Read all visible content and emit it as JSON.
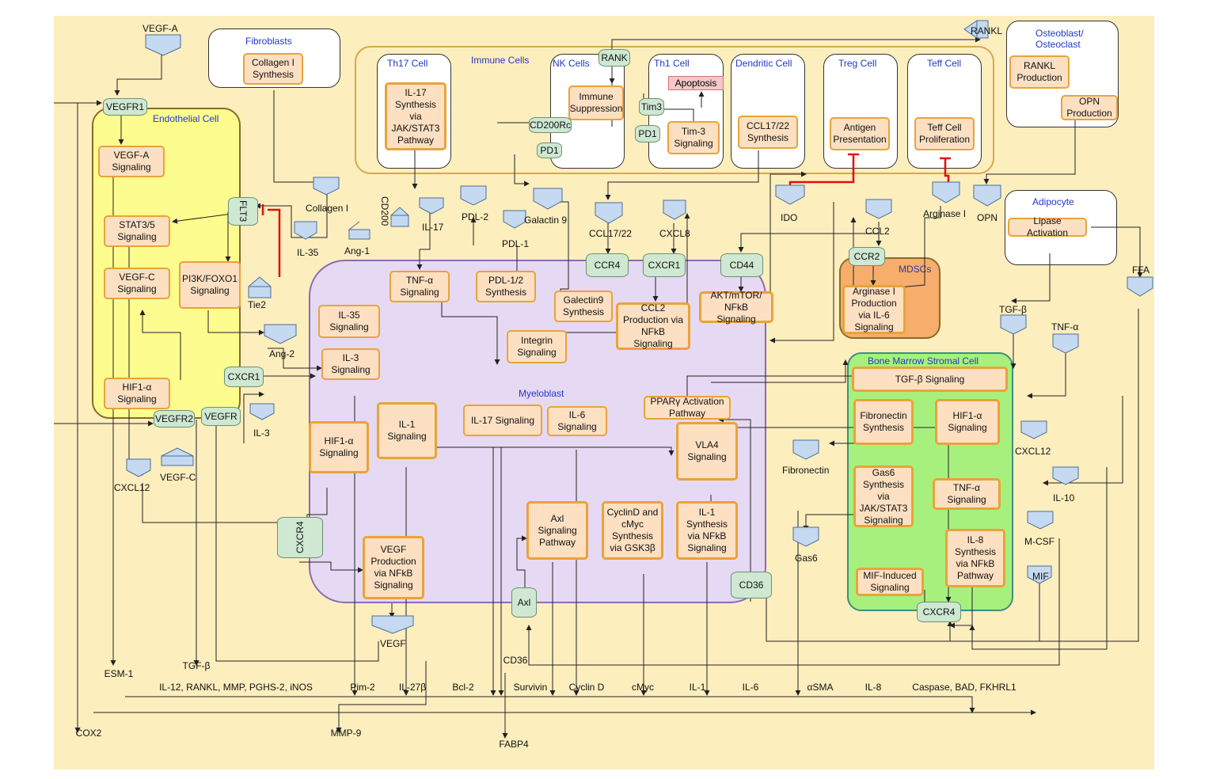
{
  "regions": {
    "fibroblasts": "Fibroblasts",
    "immune_cells": "Immune Cells",
    "th17": "Th17 Cell",
    "nk": "NK Cells",
    "th1": "Th1 Cell",
    "dendritic": "Dendritic Cell",
    "treg": "Treg Cell",
    "teff": "Teff Cell",
    "osteo": "Osteoblast/ Osteoclast",
    "endothelial": "Endothelial Cell",
    "myeloblast": "Myeloblast",
    "mdscs": "MDSCs",
    "adipocyte": "Adipocyte",
    "bmsc": "Bone Marrow Stromal Cell"
  },
  "processes": {
    "collagen_synth": "Collagen I Synthesis",
    "il17_synth": "IL-17 Synthesis via JAK/STAT3 Pathway",
    "immune_supp": "Immune Suppression",
    "tim3_sig": "Tim-3 Signaling",
    "ccl1722_synth": "CCL17/22 Synthesis",
    "antigen_pres": "Antigen Presentation",
    "teff_prolif": "Teff Cell Proliferation",
    "rankl_prod": "RANKL Production",
    "opn_prod": "OPN Production",
    "vegfa_sig": "VEGF-A Signaling",
    "stat35_sig": "STAT3/5 Signaling",
    "vegfc_sig": "VEGF-C Signaling",
    "pi3k_sig": "PI3K/FOXO1 Signaling",
    "hif1a_endo": "HIF1-α Signaling",
    "il35_sig": "IL-35 Signaling",
    "tnfa_sig": "TNF-α Signaling",
    "pdl12_synth": "PDL-1/2 Synthesis",
    "galectin9_synth": "Galectin9 Synthesis",
    "ccl2_prod": "CCL2 Production via NFkB Signaling",
    "akt_sig": "AKT/mTOR/ NFkB Signaling",
    "integrin_sig": "Integrin Signaling",
    "il3_sig": "IL-3 Signaling",
    "il1_sig": "IL-1 Signaling",
    "il17_sig": "IL-17 Signaling",
    "il6_sig": "IL-6 Signaling",
    "ppar_path": "PPARγ Activation Pathway",
    "hif1a_myelo": "HIF1-α Signaling",
    "vla4_sig": "VLA4 Signaling",
    "axl_path": "Axl Signaling Pathway",
    "cyclind_synth": "CyclinD and cMyc Synthesis via GSK3β",
    "il1_synth": "IL-1 Synthesis via NFkB Signaling",
    "vegf_prod": "VEGF Production via NFkB Signaling",
    "arginase_prod": "Arginase I Production via IL-6 Signaling",
    "lipase": "Lipase Activation",
    "tgfb_sig": "TGF-β Signaling",
    "fibronectin_synth": "Fibronectin Synthesis",
    "hif1a_bm": "HIF1-α Signaling",
    "gas6_synth": "Gas6 Synthesis via JAK/STAT3 Signaling",
    "tnfa_bm": "TNF-α Signaling",
    "il8_synth": "IL-8 Synthesis via NFkB Pathway",
    "mif_sig": "MIF-Induced Signaling"
  },
  "receptors": {
    "vegfr1": "VEGFR1",
    "flt3": "FLT3",
    "vegfr2": "VEGFR2",
    "vegfr": "VEGFR",
    "cxcr1": "CXCR1",
    "cxcr4_myelo": "CXCR4",
    "cd200rc": "CD200Rc",
    "pd1_nk": "PD1",
    "tim3": "Tim3",
    "pd1_th1": "PD1",
    "rank": "RANK",
    "ccr4": "CCR4",
    "cxcr1b": "CXCR1",
    "cd44": "CD44",
    "ccr2": "CCR2",
    "axl": "Axl",
    "cd36": "CD36",
    "cxcr4_bm": "CXCR4"
  },
  "ligands": {
    "vegfa": "VEGF-A",
    "collagen": "Collagen I",
    "ang1": "Ang-1",
    "il35": "IL-35",
    "tie2": "Tie2",
    "ang2": "Ang-2",
    "cd200": "CD200",
    "il17": "IL-17",
    "pdl2": "PDL-2",
    "pdl1": "PDL-1",
    "galectin9": "Galactin 9",
    "ccl1722": "CCL17/22",
    "cxcl8": "CXCL8",
    "ido": "IDO",
    "arginase": "Arginase I",
    "opn": "OPN",
    "ccl2": "CCL2",
    "rankl": "RANKL",
    "ffa": "FFA",
    "tgfb": "TGF-β",
    "tnfa": "TNF-α",
    "cxcl12_bm": "CXCL12",
    "il10": "IL-10",
    "mcsf": "M-CSF",
    "mif": "MIF",
    "fibronectin": "Fibronectin",
    "gas6": "Gas6",
    "il3": "IL-3",
    "vegfc": "VEGF-C",
    "cxcl12": "CXCL12",
    "vegf": "VEGF"
  },
  "apoptosis": "Apoptosis",
  "products": {
    "esm1": "ESM-1",
    "tgfb": "TGF-β",
    "il12": "IL-12, RANKL, MMP, PGHS-2, iNOS",
    "pim2": "Pim-2",
    "il27b": "IL-27β",
    "bcl2": "Bcl-2",
    "cd36": "CD36",
    "survivin": "Survivin",
    "cyclind": "Cyclin D",
    "cmyc": "cMyc",
    "il1": "IL-1",
    "il6": "IL-6",
    "asma": "αSMA",
    "il8": "IL-8",
    "caspase": "Caspase, BAD, FKHRL1",
    "cox2": "COX2",
    "mmp9": "MMP-9",
    "fabp4": "FABP4"
  },
  "colors": {
    "background": "#fdeebe",
    "endothelial": "#fdfc8e",
    "myeloblast": "#e6d9f4",
    "mdscs": "#f7ad6b",
    "bmsc": "#a8f07e",
    "process_fill": "#fde0c2",
    "process_border": "#e9a33a",
    "receptor_fill": "#cfe8d2",
    "ligand_fill": "#c5d9f0",
    "title_text": "#2138c8",
    "inhibition": "#e01010"
  }
}
